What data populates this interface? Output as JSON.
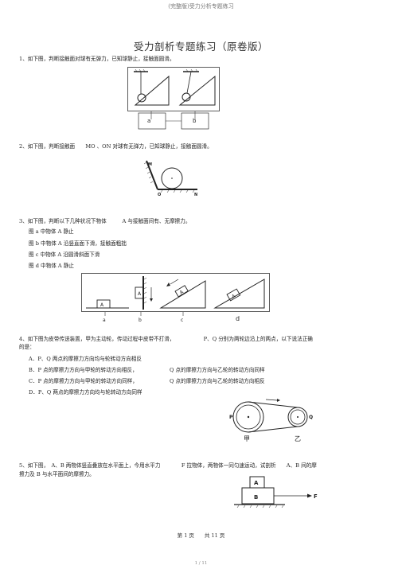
{
  "header": {
    "running_title": "(完整版)受力分析专题练习"
  },
  "doc": {
    "title": "受力剖析专题练习（原卷版）"
  },
  "q1": {
    "text": "1、如下图，判断接触面对球有无弹力，已知球静止，接触面圆滑。",
    "labels": [
      "a",
      "b"
    ]
  },
  "q2": {
    "text": "2、如下图，判断接触面　　MO 、ON 对球有无弹力，已知球静止，接触面圆滑。",
    "labels": [
      "M",
      "O",
      "N"
    ]
  },
  "q3": {
    "text": "3、如下图，判断以下几种状况下物体　　　A 与接触面间有、无摩擦力。",
    "items": [
      "图 a 中物体 A 静止",
      "图 b 中物体 A 沿竖直面下滑，接触面粗拙",
      "图 c 中物体 A 沿圆滑斜面下滑",
      "图 d 中物体 A 静止"
    ],
    "labels": [
      "a",
      "b",
      "c",
      "d",
      "A",
      "A",
      "A",
      "A"
    ]
  },
  "q4": {
    "text_line1": "4、如下图为皮带传送装置，甲为主动轮，传动过程中皮带不打滑，　　　　　　P、Q 分别为两轮边沿上的两点，以下说法正确",
    "text_line2": "的是：",
    "options": [
      {
        "left": "A．P、Q 两点的摩擦力方向均与轮转动方向相反",
        "right": ""
      },
      {
        "left": "B．P 点的摩擦力方向与甲轮的转动方向相反，",
        "right": "Q 点的摩擦力方向与乙轮的转动方向同样"
      },
      {
        "left": "C．P 点的摩擦力方向与甲轮的转动方向同样，",
        "right": "Q 点的摩擦力方向与乙轮的转动方向相反"
      },
      {
        "left": "D．P、Q 两点的摩擦力方向均与轮转动方向同样",
        "right": ""
      }
    ],
    "labels": [
      "P",
      "Q",
      "甲",
      "乙"
    ]
  },
  "q5": {
    "text_line1": "5、如下图，　A、B 两物体竖直叠放在水平面上，今用水平力　　　　F 拉物体，两物体一同匀速运动，试剖析　　A、B 间的摩",
    "text_line2": "擦力及 B 与水平面间的摩擦力。",
    "labels": [
      "A",
      "B",
      "F"
    ]
  },
  "footer": {
    "page_label": "第 1 页　　共 11 页",
    "pager": "1 / 11"
  }
}
